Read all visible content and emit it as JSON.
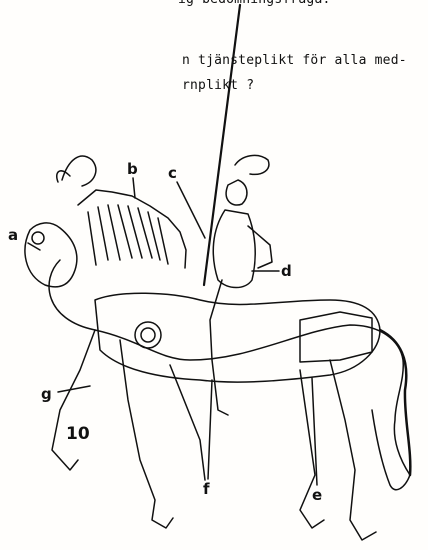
{
  "text_lines": {
    "top": "ig bedömningsfråga:",
    "line1": "n tjänsteplikt för alla med-",
    "line2": "rnplikt ?"
  },
  "labels": {
    "a": "a",
    "b": "b",
    "c": "c",
    "d": "d",
    "e": "e",
    "f": "f",
    "g": "g"
  },
  "page_number": "10",
  "colors": {
    "ink": "#111111",
    "paper": "#fffefc"
  }
}
